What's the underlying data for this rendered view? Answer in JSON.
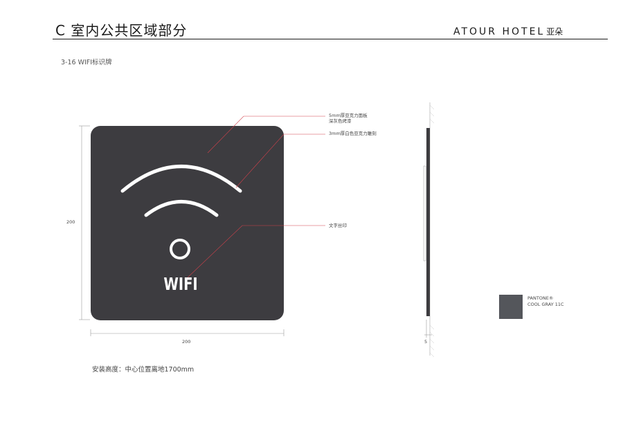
{
  "header": {
    "section_title": "C 室内公共区域部分",
    "brand_en": "ATOUR HOTEL",
    "brand_cn": "亚朵"
  },
  "drawing": {
    "title": "3-16  WIFI标识牌",
    "sign_text": "WIFI",
    "dimensions": {
      "height": "200",
      "width": "200",
      "thickness": "5"
    },
    "callouts": {
      "panel_line1": "5mm厚亚克力面板",
      "panel_line2": "深灰色烤漆",
      "icon": "3mm厚白色亚克力雕刻",
      "text": "文字丝印"
    },
    "install_note": "安装高度：中心位置离地1700mm"
  },
  "color_spec": {
    "line1": "PANTONE®",
    "line2": "COOL GRAY 11C",
    "swatch_color": "#54565b"
  },
  "colors": {
    "panel": "#3d3c40",
    "leader": "#d2414b"
  }
}
